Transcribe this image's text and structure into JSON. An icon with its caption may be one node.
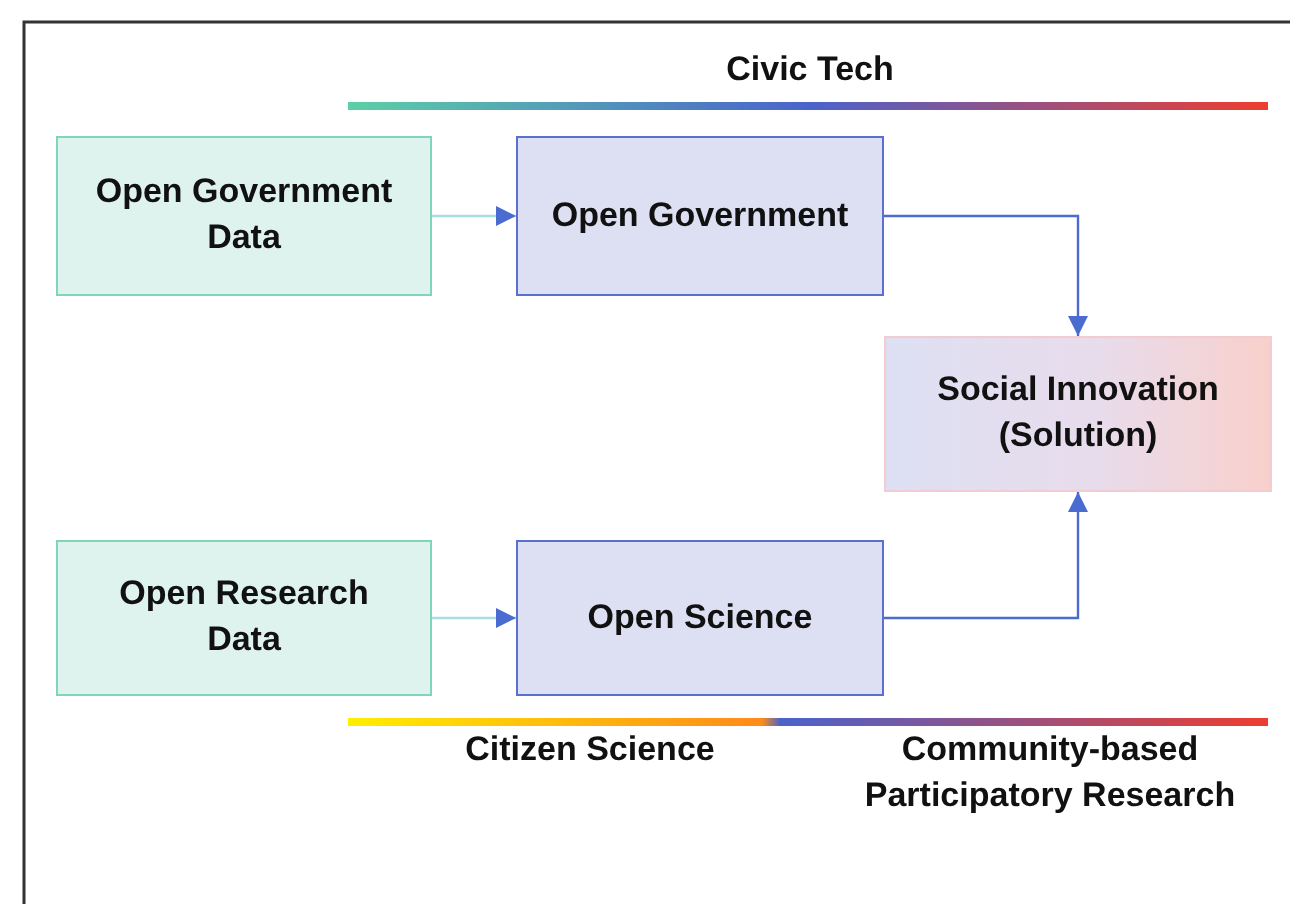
{
  "diagram": {
    "nodes": [
      {
        "text": [
          "Open Government Data"
        ]
      },
      {
        "text": [
          "Open Government"
        ]
      },
      {
        "text": [
          "Social Innovation (Solution)"
        ]
      },
      {
        "text": [
          "Open Research Data"
        ]
      },
      {
        "text": [
          "Open Science"
        ]
      }
    ],
    "edges": [
      {
        "from": 0,
        "to": 1,
        "arrow": "to",
        "color": "#a9dde3"
      },
      {
        "from": 1,
        "to": 2,
        "arrow": "to",
        "color": "#4a6bd0"
      },
      {
        "from": 3,
        "to": 4,
        "arrow": "to",
        "color": "#a9dde3"
      },
      {
        "from": 4,
        "to": 2,
        "arrow": "to",
        "color": "#4a6bd0"
      }
    ],
    "labels": [
      "Civic Tech",
      "Citizen Science",
      "Community-based Participatory Research"
    ]
  }
}
